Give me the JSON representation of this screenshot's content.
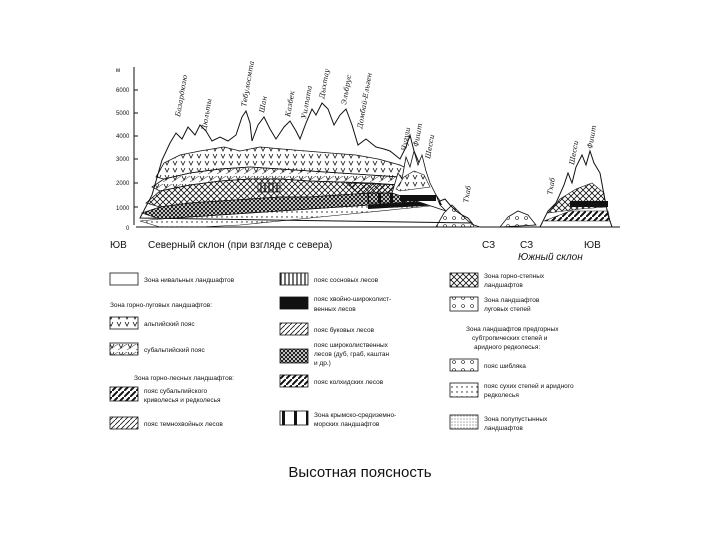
{
  "caption": "Высотная поясность",
  "axis": {
    "unit": "м",
    "ticks": [
      "6000",
      "5000",
      "4000",
      "3000",
      "2000",
      "1000",
      "0"
    ]
  },
  "peaks": [
    {
      "name": "Базардюзю"
    },
    {
      "name": "Дюльты"
    },
    {
      "name": "Тебулосмта"
    },
    {
      "name": "Шан"
    },
    {
      "name": "Казбек"
    },
    {
      "name": "Уилпата"
    },
    {
      "name": "Дыхтау"
    },
    {
      "name": "Эльбрус"
    },
    {
      "name": "Домбай-Ельген"
    },
    {
      "name": "Чугуш"
    },
    {
      "name": "Фишт"
    },
    {
      "name": "Шесси"
    },
    {
      "name": "Тхаб"
    },
    {
      "name": "Тхаб"
    },
    {
      "name": "Шесси"
    },
    {
      "name": "Фишт"
    }
  ],
  "profile": {
    "left_end": "ЮВ",
    "north_slope": "Северный склон (при взгляде с севера)",
    "nw1": "СЗ",
    "nw2": "СЗ",
    "right_end": "ЮВ",
    "south_slope": "Южный склон"
  },
  "legend": {
    "col1": {
      "nival": "Зона нивальных ландшафтов",
      "mountain_meadow": "Зона горно-луговых ландшафтов:",
      "alpine": "альпийский пояс",
      "subalpine": "субальпийский пояс",
      "mountain_forest": "Зона горно-лесных ландшафтов:",
      "subalpine_crooked_1": "пояс субальпийского",
      "subalpine_crooked_2": "криволесья и редколесья",
      "dark_conifer": "пояс темнохвойных лесов"
    },
    "col2": {
      "pine": "пояс сосновых лесов",
      "conifer_broadleaf_1": "пояс хвойно-широколист-",
      "conifer_broadleaf_2": "венных лесов",
      "beech": "пояс буковых лесов",
      "broadleaf_1": "пояс широколиственных",
      "broadleaf_2": "лесов (дуб, граб, каштан",
      "broadleaf_3": "и др.)",
      "colchis": "пояс колхидских лесов",
      "crimean_1": "Зона крымско-средиземно-",
      "crimean_2": "морских ландшафтов"
    },
    "col3": {
      "steppe_1": "Зона горно-степных",
      "steppe_2": "ландшафтов",
      "meadow_steppe_1": "Зона ландшафтов",
      "meadow_steppe_2": "луговых степей",
      "foothill_1": "Зона ландшафтов предгорных",
      "foothill_2": "субтропических степей и",
      "foothill_3": "аридного редколесья:",
      "shiblyak": "пояс шибляка",
      "dry_steppe_1": "пояс сухих степей и аридного",
      "dry_steppe_2": "редколесья",
      "semidesert_1": "Зона полупустынных",
      "semidesert_2": "ландшафтов"
    }
  }
}
